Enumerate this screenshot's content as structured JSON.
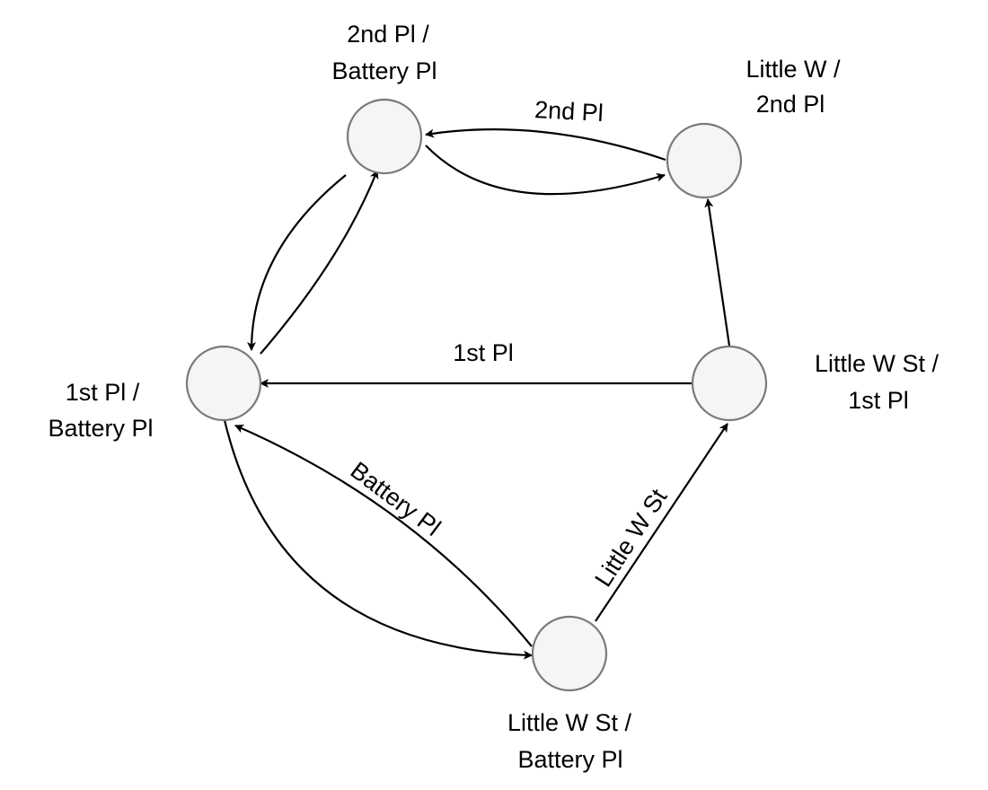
{
  "nodes": [
    {
      "id": "second_battery",
      "label_lines": [
        "2nd Pl /",
        "Battery Pl"
      ]
    },
    {
      "id": "littlew_second",
      "label_lines": [
        "Little W  /",
        "2nd Pl"
      ]
    },
    {
      "id": "first_battery",
      "label_lines": [
        "1st Pl /",
        "Battery Pl"
      ]
    },
    {
      "id": "littlewst_first",
      "label_lines": [
        "Little W St /",
        "1st Pl"
      ]
    },
    {
      "id": "littlewst_battery",
      "label_lines": [
        "Little W St /",
        "Battery Pl"
      ]
    }
  ],
  "edges": {
    "e_lw2_to_2b": {
      "label": "2nd Pl"
    },
    "e_2b_to_lw2": {
      "label": ""
    },
    "e_2b_to_1b": {
      "label": ""
    },
    "e_1b_to_2b": {
      "label": ""
    },
    "e_lwst1_to_1b": {
      "label": "1st Pl"
    },
    "e_lwst1_to_lw2": {
      "label": ""
    },
    "e_lwstb_to_1b": {
      "label": "Battery Pl"
    },
    "e_1b_to_lwstb": {
      "label": ""
    },
    "e_lwstb_to_lwst1": {
      "label": "Little W St"
    }
  },
  "colors": {
    "node_fill": "#f5f5f5",
    "node_stroke": "#7a7a7a",
    "edge": "#000000"
  }
}
